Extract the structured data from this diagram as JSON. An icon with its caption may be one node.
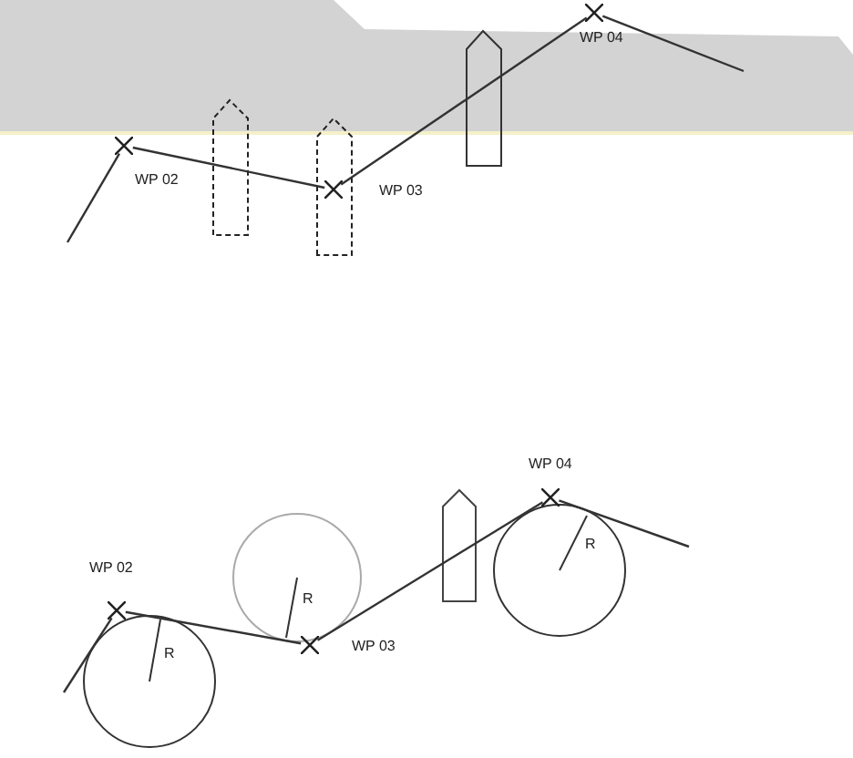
{
  "diagram": {
    "nodes": [
      {
        "text": [],
        "shape": "cross",
        "beside": [
          "WP 02"
        ]
      },
      {
        "text": [],
        "shape": "cross",
        "beside": [
          "WP 03"
        ]
      },
      {
        "text": [],
        "shape": "cross",
        "beside": [
          "WP 04"
        ]
      },
      {
        "text": [],
        "shape": "cross",
        "beside": [
          "WP 02"
        ]
      },
      {
        "text": [],
        "shape": "cross",
        "beside": [
          "WP 03"
        ]
      },
      {
        "text": [],
        "shape": "cross",
        "beside": [
          "WP 04"
        ]
      }
    ],
    "edges": [
      {
        "from": null,
        "to": 0,
        "arrow": "none"
      },
      {
        "from": 0,
        "to": 1,
        "arrow": "none"
      },
      {
        "from": 1,
        "to": 2,
        "arrow": "none"
      },
      {
        "from": 2,
        "to": null,
        "arrow": "none"
      },
      {
        "from": null,
        "to": 3,
        "arrow": "none"
      },
      {
        "from": 3,
        "to": 4,
        "arrow": "none"
      },
      {
        "from": 4,
        "to": 5,
        "arrow": "none"
      },
      {
        "from": 5,
        "to": null,
        "arrow": "none"
      }
    ],
    "labels": [
      "R",
      "R",
      "R"
    ]
  }
}
